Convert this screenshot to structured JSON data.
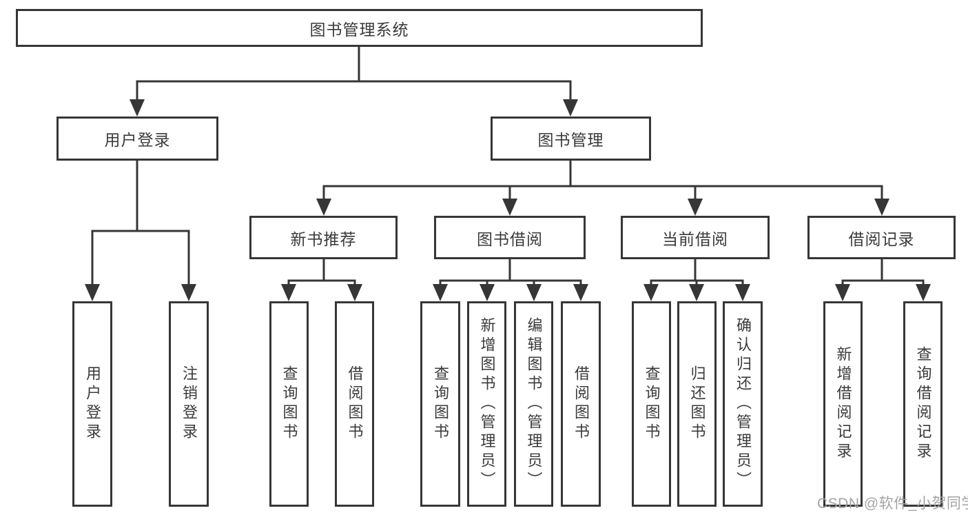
{
  "diagram": {
    "type": "hierarchy",
    "tree": {
      "root": "图书管理系统",
      "children": [
        {
          "label": "用户登录",
          "children": [
            "用户登录",
            "注销登录"
          ]
        },
        {
          "label": "图书管理",
          "children": [
            {
              "label": "新书推荐",
              "children": [
                "查询图书",
                "借阅图书"
              ]
            },
            {
              "label": "图书借阅",
              "children": [
                "查询图书",
                "新增图书（管理员）",
                "编辑图书（管理员）",
                "借阅图书"
              ]
            },
            {
              "label": "当前借阅",
              "children": [
                "查询图书",
                "归还图书",
                "确认归还（管理员）"
              ]
            },
            {
              "label": "借阅记录",
              "children": [
                "新增借阅记录",
                "查询借阅记录"
              ]
            }
          ]
        }
      ]
    },
    "colors": {
      "line": "#363636",
      "box_border": "#363636",
      "text": "#3a3a3a",
      "background": "#ffffff",
      "watermark": "#a3a3a3"
    }
  },
  "watermark": {
    "text": "CSDN @软件_小贺同学"
  }
}
